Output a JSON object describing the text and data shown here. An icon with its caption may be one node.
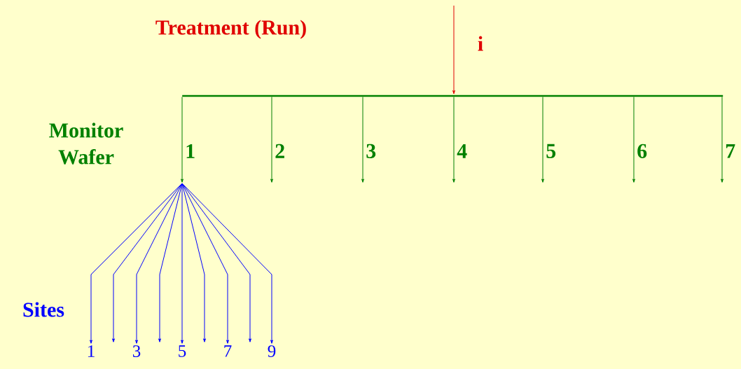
{
  "diagram": {
    "nodes": [
      {
        "text": [],
        "shape": "bar"
      },
      {
        "text": [
          "1"
        ]
      },
      {
        "text": [
          "2"
        ]
      },
      {
        "text": [
          "3"
        ]
      },
      {
        "text": [
          "4"
        ]
      },
      {
        "text": [
          "5"
        ]
      },
      {
        "text": [
          "6"
        ]
      },
      {
        "text": [
          "7"
        ]
      },
      {
        "text": [
          "1"
        ]
      },
      {
        "text": [
          "3"
        ]
      },
      {
        "text": [
          "5"
        ]
      },
      {
        "text": [
          "7"
        ]
      },
      {
        "text": [
          "9"
        ]
      }
    ],
    "edges": [
      {
        "from": null,
        "to": 0,
        "arrow": "to",
        "label": "i",
        "color": "#e00000"
      },
      {
        "from": 0,
        "to": 1,
        "arrow": "to",
        "color": "#008000"
      },
      {
        "from": 0,
        "to": 2,
        "arrow": "to",
        "color": "#008000"
      },
      {
        "from": 0,
        "to": 3,
        "arrow": "to",
        "color": "#008000"
      },
      {
        "from": 0,
        "to": 4,
        "arrow": "to",
        "color": "#008000"
      },
      {
        "from": 0,
        "to": 5,
        "arrow": "to",
        "color": "#008000"
      },
      {
        "from": 0,
        "to": 6,
        "arrow": "to",
        "color": "#008000"
      },
      {
        "from": 0,
        "to": 7,
        "arrow": "to",
        "color": "#008000"
      },
      {
        "from": 1,
        "to": 8,
        "arrow": "to",
        "color": "#0000ff"
      },
      {
        "from": 1,
        "to": null,
        "arrow": "to",
        "color": "#0000ff"
      },
      {
        "from": 1,
        "to": 9,
        "arrow": "to",
        "color": "#0000ff"
      },
      {
        "from": 1,
        "to": null,
        "arrow": "to",
        "color": "#0000ff"
      },
      {
        "from": 1,
        "to": 10,
        "arrow": "to",
        "color": "#0000ff"
      },
      {
        "from": 1,
        "to": null,
        "arrow": "to",
        "color": "#0000ff"
      },
      {
        "from": 1,
        "to": 11,
        "arrow": "to",
        "color": "#0000ff"
      },
      {
        "from": 1,
        "to": null,
        "arrow": "to",
        "color": "#0000ff"
      },
      {
        "from": 1,
        "to": 12,
        "arrow": "to",
        "color": "#0000ff"
      }
    ],
    "labels": [
      "Treatment (Run)",
      "Monitor Wafer",
      "Sites"
    ]
  }
}
